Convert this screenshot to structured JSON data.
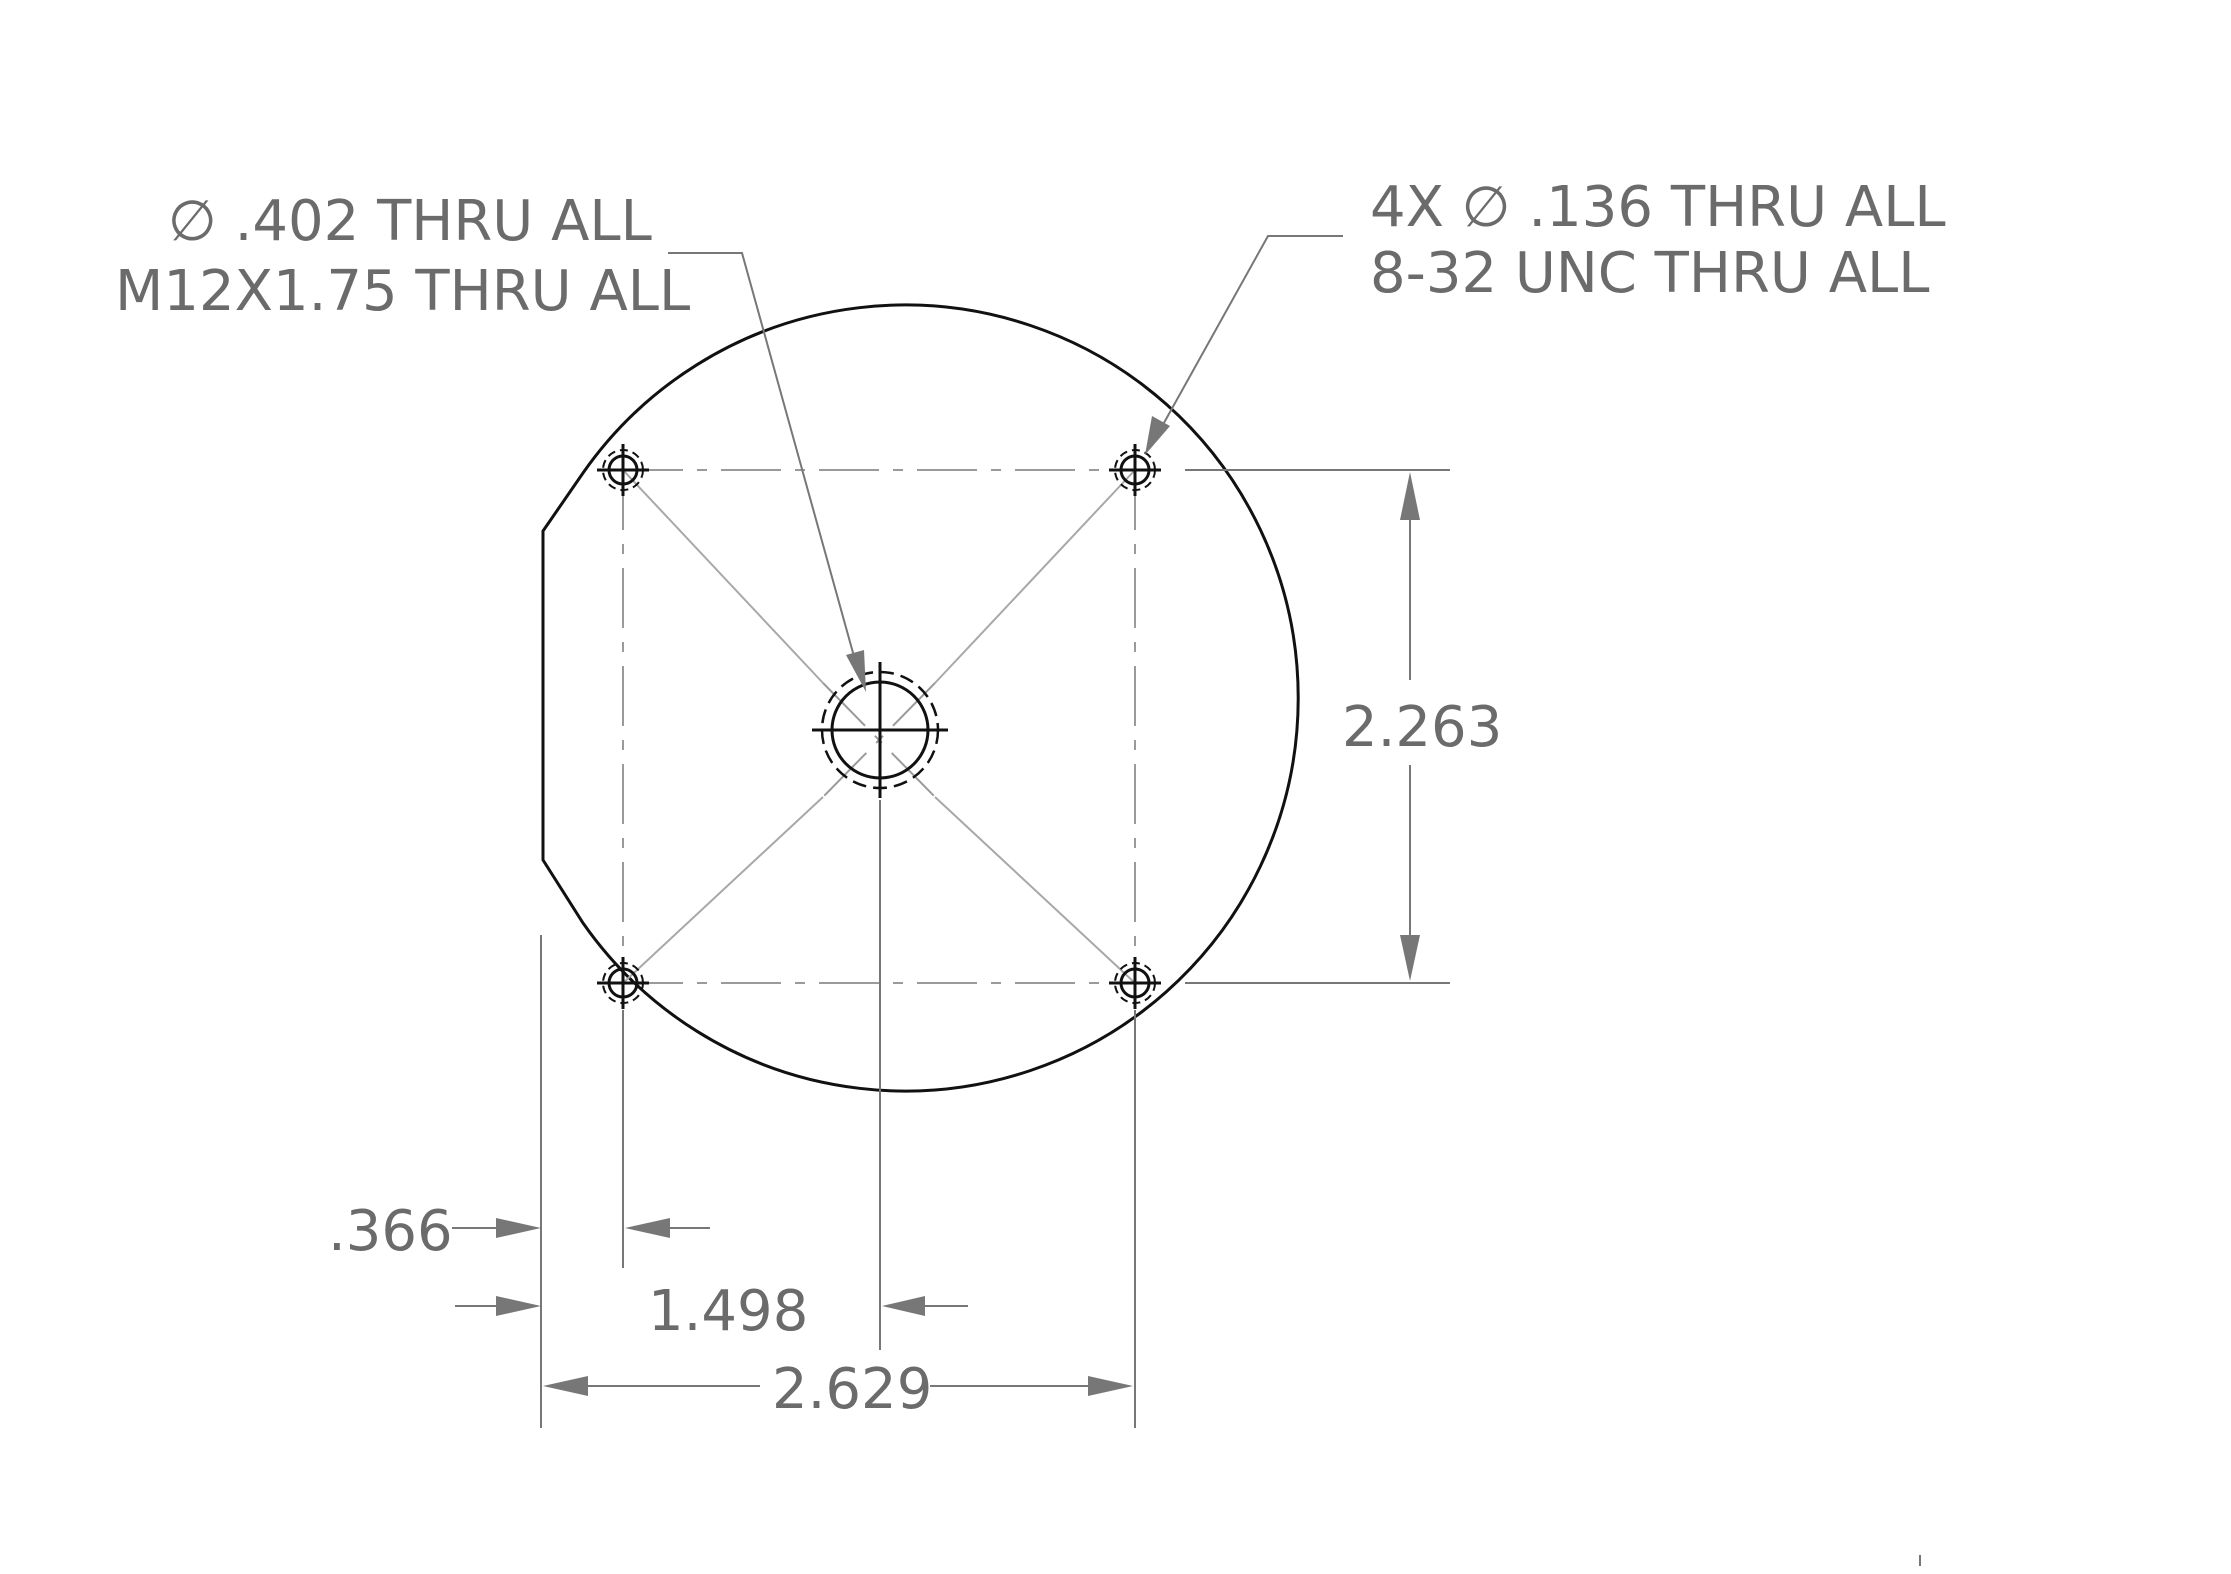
{
  "callouts": {
    "center_hole_line1": "∅ .402 THRU ALL",
    "center_hole_line2": "M12X1.75  THRU ALL",
    "bolt_holes_line1": "4X  ∅ .136 THRU ALL",
    "bolt_holes_line2": "8-32 UNC  THRU ALL"
  },
  "dimensions": {
    "vertical_spacing": "2.263",
    "flat_to_hole": ".366",
    "flat_to_center": "1.498",
    "flat_to_far_hole": "2.629"
  },
  "colors": {
    "geometry": "#111111",
    "dimension": "#6b6b6b"
  }
}
